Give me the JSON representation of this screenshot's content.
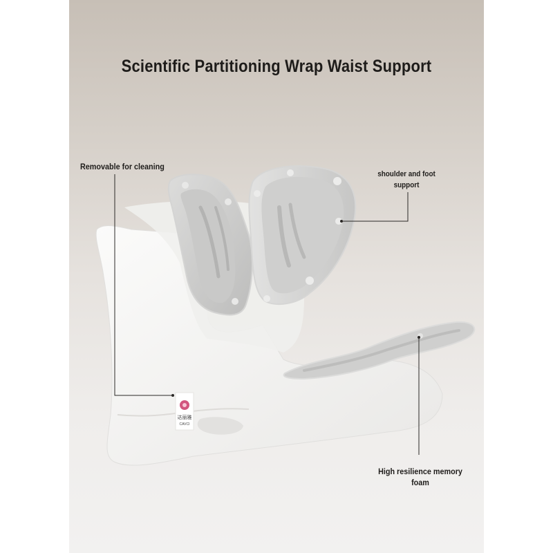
{
  "title": "Scientific Partitioning Wrap Waist Support",
  "callouts": {
    "removable": "Removable for cleaning",
    "shoulder_line1": "shoulder and foot",
    "shoulder_line2": "support",
    "foam": "High resilience memory foam"
  },
  "logo_tag": {
    "text_line1": "达丽雅",
    "text_line2": "CAVCI"
  },
  "colors": {
    "background_top": "#c7bfb6",
    "background_bottom": "#f2f1f0",
    "pad_gray": "#cfcfce",
    "seat_white": "#f7f7f6",
    "logo_accent": "#d2557f"
  }
}
